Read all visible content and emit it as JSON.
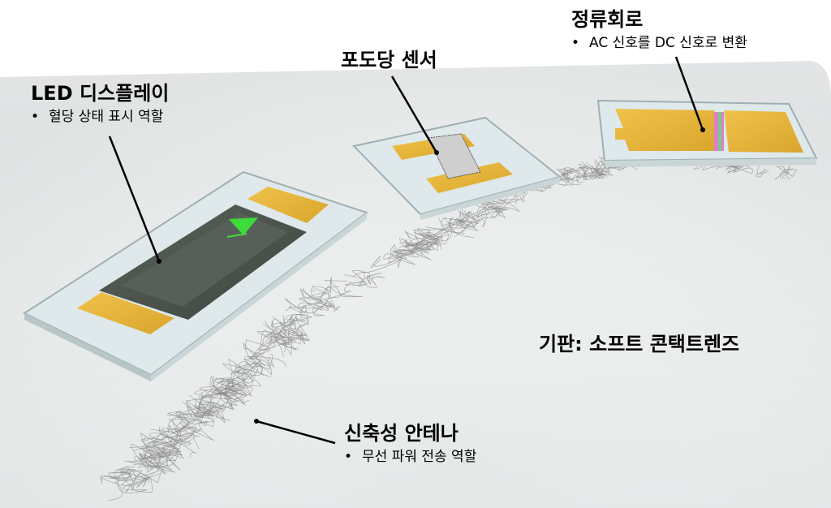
{
  "components": {
    "led": {
      "title": "LED 디스플레이",
      "bullet": "혈당 상태 표시 역할"
    },
    "sensor": {
      "title": "포도당 센서"
    },
    "rectifier": {
      "title": "정류회로",
      "bullet": "AC 신호를 DC 신호로 변환"
    },
    "antenna": {
      "title": "신축성 안테나",
      "bullet": "무선 파워 전송 역할"
    }
  },
  "substrate": {
    "label": "기판: 소프트 콘택트렌즈"
  },
  "bullet_marker": "•",
  "colors": {
    "gold": "#e3b33a",
    "glass": "#dfe8ea",
    "glass_edge": "#9fb0b3",
    "led_body": "#4b534d",
    "led_triangle": "#3ddc3a",
    "wire": "#8a8a8a",
    "leader": "#000000"
  }
}
